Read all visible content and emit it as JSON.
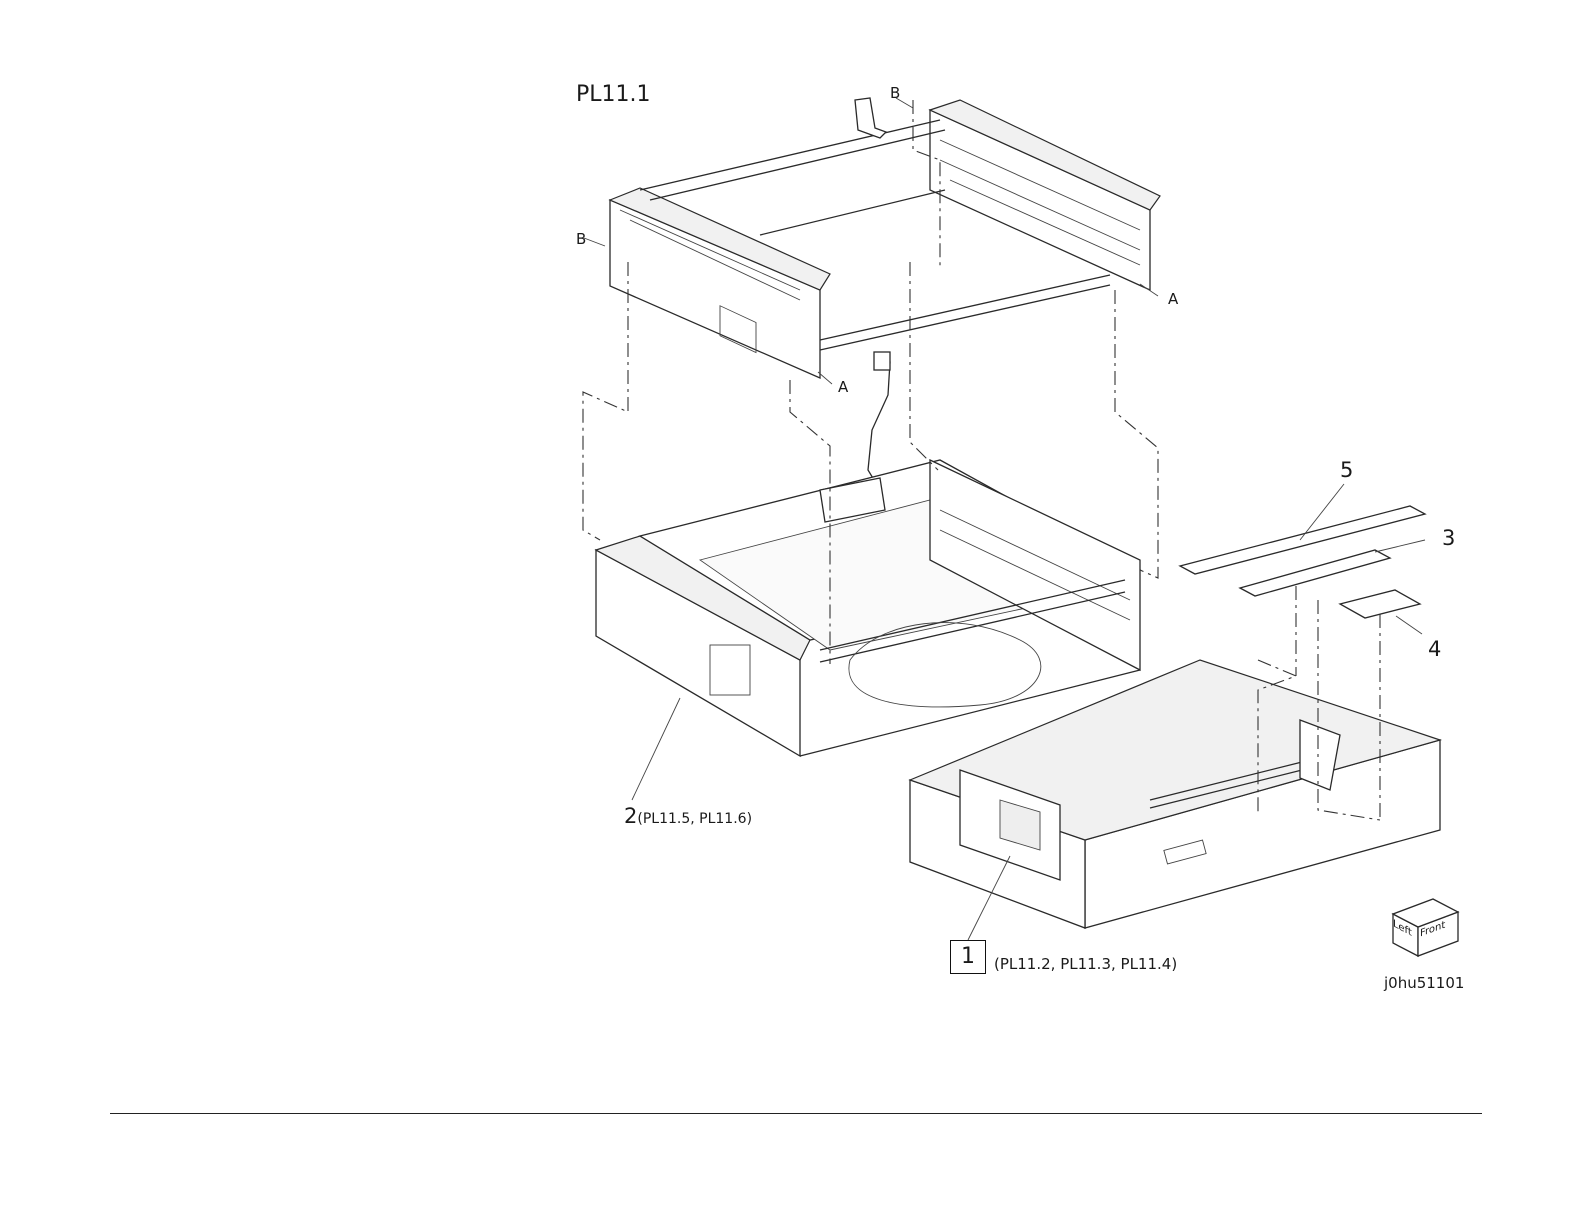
{
  "plate_id": "PL11.1",
  "labels": {
    "b_top": "B",
    "b_left": "B",
    "a_right": "A",
    "a_left": "A"
  },
  "callouts": {
    "item_5": "5",
    "item_3": "3",
    "item_4": "4",
    "item_2": "2",
    "item_2_refs": "(PL11.5, PL11.6)",
    "item_1": "1",
    "item_1_refs": "(PL11.2,  PL11.3,  PL11.4)"
  },
  "orientation_cube": {
    "left_face": "Left",
    "front_face": "Front"
  },
  "figure_id": "j0hu51101"
}
